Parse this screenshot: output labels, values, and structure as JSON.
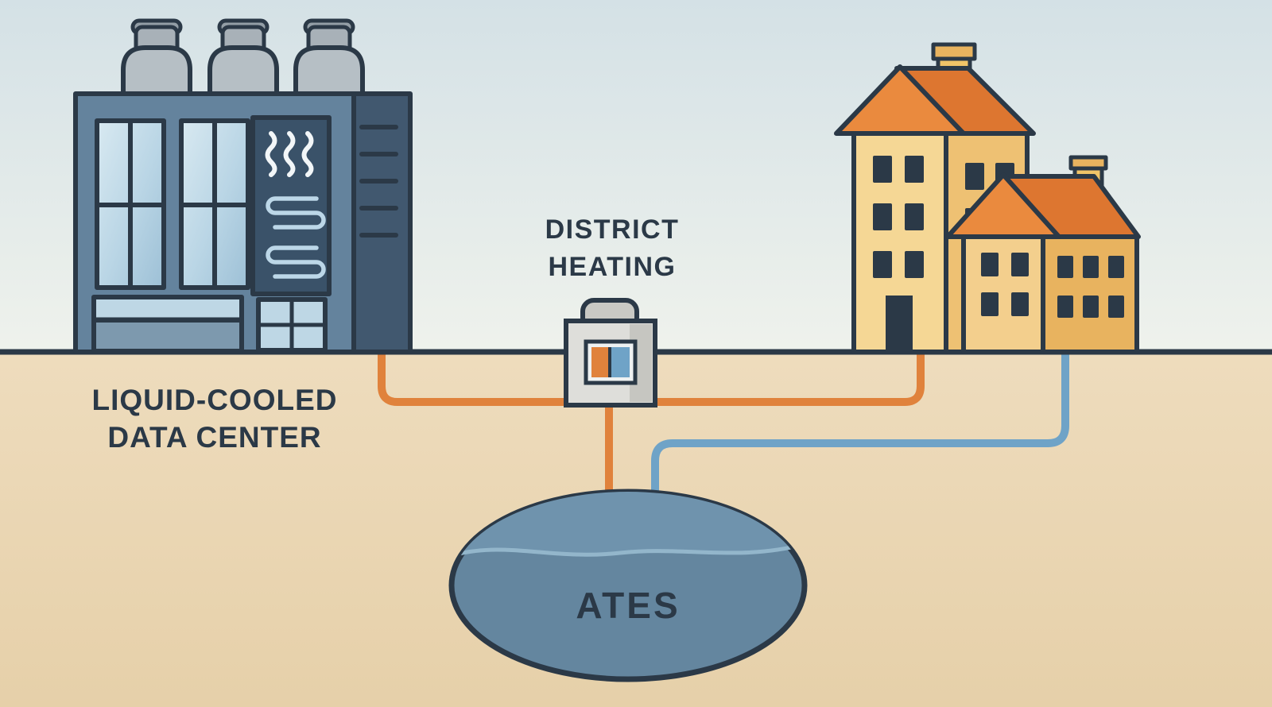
{
  "diagram": {
    "labels": {
      "data_center_line1": "LIQUID-COOLED",
      "data_center_line2": "DATA CENTER",
      "district_line1": "DISTRICT",
      "district_line2": "HEATING",
      "ates": "ATES"
    },
    "colors": {
      "sky_top": "#d4e1e6",
      "sky_bottom": "#eff2ec",
      "ground": "#ecd9b8",
      "outline": "#2b3947",
      "pipe_hot": "#e0823c",
      "pipe_cold": "#6fa3c7",
      "building_front": "#64839d",
      "building_side": "#41586f",
      "window_glass": "#c3dae8",
      "heat_panel": "#3a5269",
      "house_front": "#f5d795",
      "house_side": "#eec173",
      "roof_front": "#ea8a3e",
      "roof_side": "#dd7630",
      "chimney": "#f0c468",
      "unit_body": "#dededa",
      "ates_fill": "#64869f",
      "ates_water": "#6f93ad",
      "text": "#2b3947"
    }
  }
}
